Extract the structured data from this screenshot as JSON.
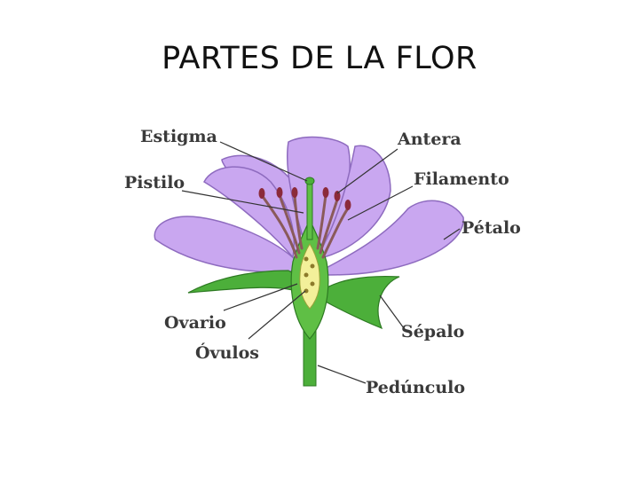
{
  "title": "PARTES DE LA FLOR",
  "labels": {
    "estigma": "Estigma",
    "antera": "Antera",
    "pistilo": "Pistilo",
    "filamento": "Filamento",
    "petalo": "Pétalo",
    "ovario": "Ovario",
    "ovulos": "Óvulos",
    "sepalo": "Sépalo",
    "pedunculo": "Pedúnculo"
  },
  "colors": {
    "petal": "#c9a7f0",
    "petal_edge": "#8e6bbf",
    "sepal": "#4caf3a",
    "sepal_edge": "#2d7a22",
    "stamen": "#8a5a5a",
    "anther": "#8b2a3a",
    "ovary_inner": "#f3f09a"
  }
}
